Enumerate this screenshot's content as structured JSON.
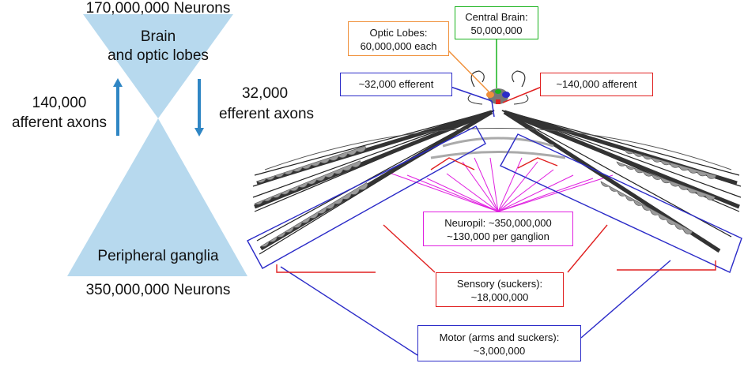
{
  "hourglass": {
    "top_count": "170,000,000 Neurons",
    "top_label": [
      "Brain",
      "and optic lobes"
    ],
    "afferent": [
      "140,000",
      "afferent axons"
    ],
    "efferent": [
      "32,000",
      "efferent axons"
    ],
    "bottom_label": "Peripheral ganglia",
    "bottom_count": "350,000,000 Neurons",
    "fill_color": "#b7d9ee",
    "arrow_color": "#2f86c4"
  },
  "octopus": {
    "central_brain": [
      "Central Brain:",
      "50,000,000"
    ],
    "optic_lobes": [
      "Optic Lobes:",
      "60,000,000 each"
    ],
    "efferent_box": "~32,000 efferent",
    "afferent_box": "~140,000 afferent",
    "neuropil": [
      "Neuropil: ~350,000,000",
      "~130,000 per ganglion"
    ],
    "sensory": [
      "Sensory  (suckers):",
      "~18,000,000"
    ],
    "motor": [
      "Motor (arms and suckers):",
      "~3,000,000"
    ],
    "colors": {
      "efferent": "#2b2bc8",
      "afferent": "#e02020",
      "central": "#19b31d",
      "optic": "#f0903a",
      "neuropil": "#e020e0"
    }
  }
}
